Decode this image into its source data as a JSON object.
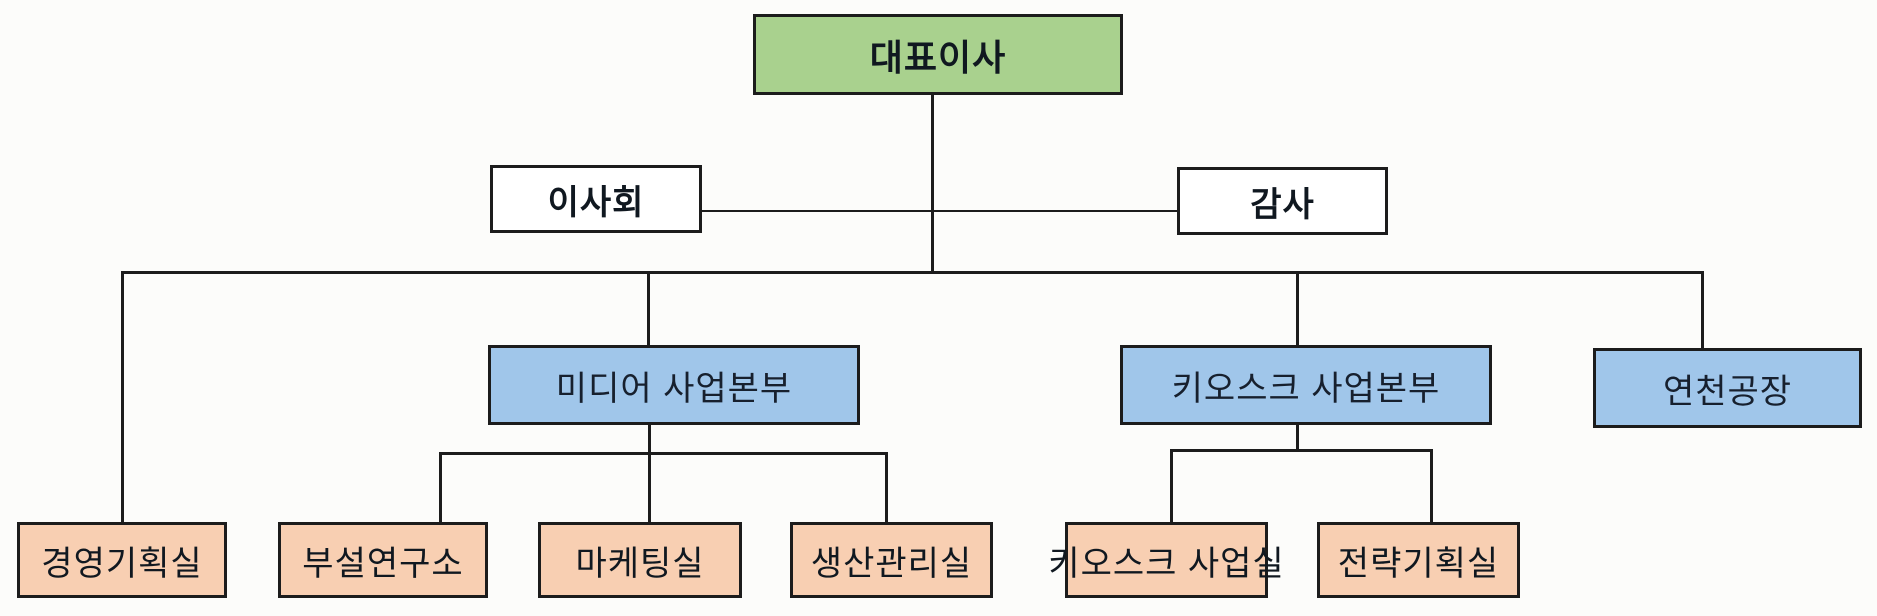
{
  "org_chart": {
    "nodes": {
      "ceo": {
        "label": "대표이사"
      },
      "board": {
        "label": "이사회"
      },
      "auditor": {
        "label": "감사"
      },
      "media": {
        "label": "미디어 사업본부"
      },
      "kiosk": {
        "label": "키오스크 사업본부"
      },
      "factory": {
        "label": "연천공장"
      },
      "mgmt": {
        "label": "경영기획실"
      },
      "research": {
        "label": "부설연구소"
      },
      "marketing": {
        "label": "마케팅실"
      },
      "production": {
        "label": "생산관리실"
      },
      "kiosk_office": {
        "label": "키오스크 사업실"
      },
      "strategy": {
        "label": "전략기획실"
      }
    },
    "hierarchy": {
      "root": "대표이사",
      "staff_of_root": [
        "이사회",
        "감사"
      ],
      "children_of_root": [
        "경영기획실",
        "미디어 사업본부",
        "키오스크 사업본부",
        "연천공장"
      ],
      "children_of_media": [
        "부설연구소",
        "마케팅실",
        "생산관리실"
      ],
      "children_of_kiosk": [
        "키오스크 사업실",
        "전략기획실"
      ]
    },
    "colors": {
      "ceo_fill": "#a9d18e",
      "division_fill": "#a0c6ea",
      "department_fill": "#f8cfb2",
      "staff_fill": "#ffffff",
      "border_and_lines": "#1c1c1c",
      "background": "#fcfcfa"
    }
  }
}
